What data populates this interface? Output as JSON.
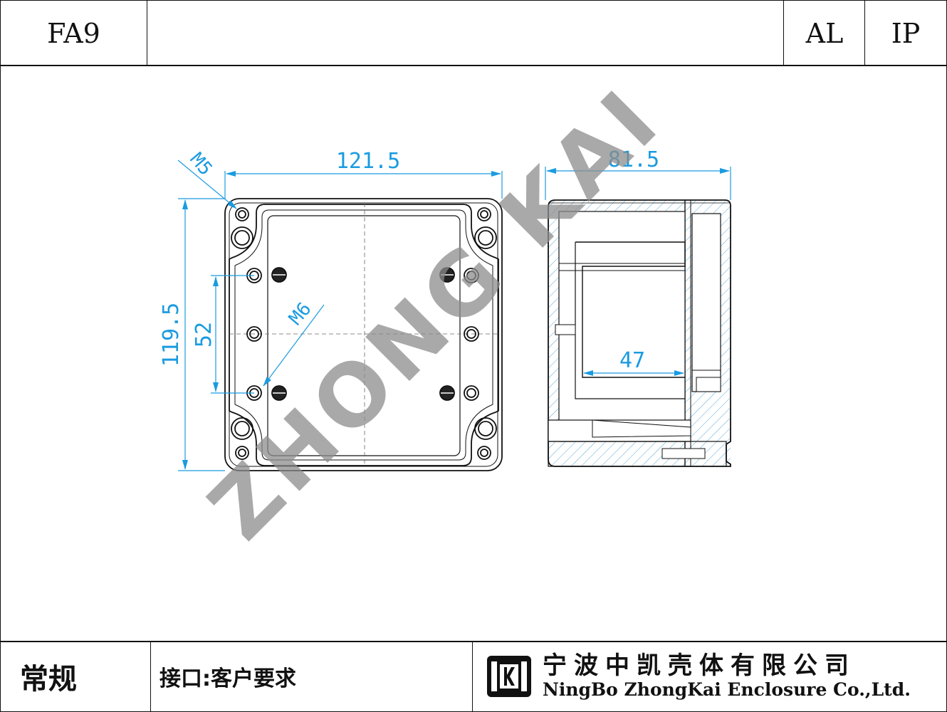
{
  "header": {
    "model": "FA9",
    "material": "AL",
    "protection": "IP"
  },
  "watermark": "ZHONG KAI",
  "front_view": {
    "width_dim": "121.5",
    "height_dim": "119.5",
    "hole_spacing_dim": "52",
    "thread_large": "M5",
    "thread_small": "M6"
  },
  "side_view": {
    "depth_dim": "81.5",
    "inner_dim": "47"
  },
  "footer": {
    "category": "常规",
    "interface_note": "接口:客户要求",
    "company_cn": "宁波中凯壳体有限公司",
    "company_en": "NingBo ZhongKai Enclosure Co.,Ltd."
  },
  "colors": {
    "line": "#111111",
    "dimension": "#1a9be0",
    "watermark": "#8c8c8c",
    "hatch": "#5aa9d6"
  }
}
